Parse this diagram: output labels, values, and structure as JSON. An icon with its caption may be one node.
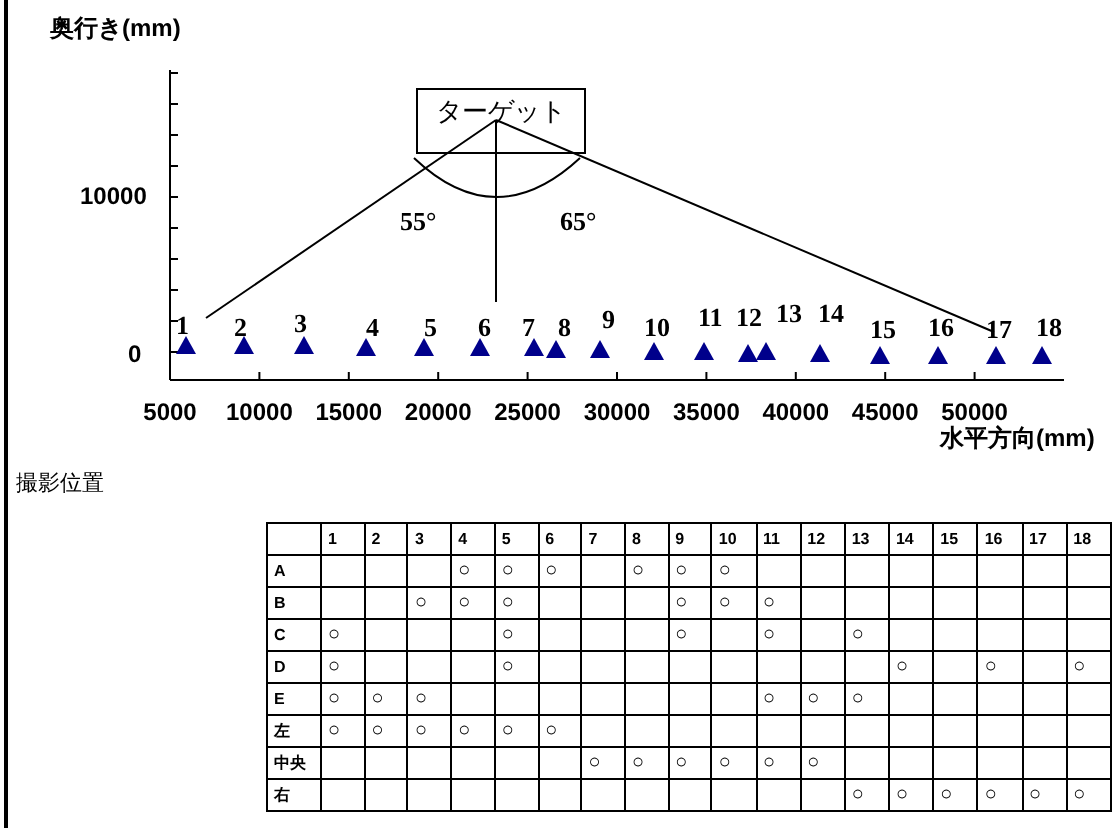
{
  "diagram": {
    "nodes": [
      {
        "text": [
          "ターゲット"
        ]
      }
    ],
    "labels": [
      "奥行き(mm)",
      "10000",
      "0",
      "5000",
      "10000",
      "15000",
      "20000",
      "25000",
      "30000",
      "35000",
      "40000",
      "45000",
      "50000",
      "水平方向(mm)",
      "55°",
      "65°",
      "1",
      "2",
      "3",
      "4",
      "5",
      "6",
      "7",
      "8",
      "9",
      "10",
      "11",
      "12",
      "13",
      "14",
      "15",
      "16",
      "17",
      "18",
      "撮影位置",
      "1",
      "2",
      "3",
      "4",
      "5",
      "6",
      "7",
      "8",
      "9",
      "10",
      "11",
      "12",
      "13",
      "14",
      "15",
      "16",
      "17",
      "18",
      "A",
      "○",
      "○",
      "○",
      "○",
      "○",
      "○",
      "B",
      "○",
      "○",
      "○",
      "○",
      "○",
      "○",
      "C",
      "○",
      "○",
      "○",
      "○",
      "○",
      "D",
      "○",
      "○",
      "○",
      "○",
      "○",
      "E",
      "○",
      "○",
      "○",
      "○",
      "○",
      "○",
      "左",
      "○",
      "○",
      "○",
      "○",
      "○",
      "○",
      "中央",
      "○",
      "○",
      "○",
      "○",
      "○",
      "○",
      "右",
      "○",
      "○",
      "○",
      "○",
      "○",
      "○"
    ]
  }
}
